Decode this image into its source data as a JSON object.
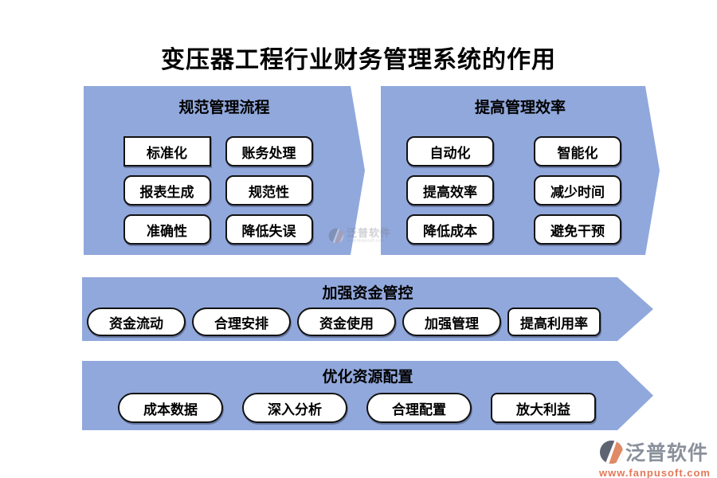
{
  "title": "变压器工程行业财务管理系统的作用",
  "colors": {
    "panel_blue": "#91a8dc",
    "box_background": "#ffffff",
    "box_border": "#121212",
    "text": "#000000",
    "logo_gray": "#8a909b",
    "logo_dark": "#5d6370",
    "logo_coral": "#e08a66",
    "logo_url_color": "#e2795a"
  },
  "panels": [
    {
      "header": "规范管理流程",
      "items": [
        "标准化",
        "账务处理",
        "报表生成",
        "规范性",
        "准确性",
        "降低失误"
      ]
    },
    {
      "header": "提高管理效率",
      "items": [
        "自动化",
        "智能化",
        "提高效率",
        "减少时间",
        "降低成本",
        "避免干预"
      ]
    }
  ],
  "bands": [
    {
      "header": "加强资金管控",
      "items": [
        "资金流动",
        "合理安排",
        "资金使用",
        "加强管理",
        "提高利用率"
      ]
    },
    {
      "header": "优化资源配置",
      "items": [
        "成本数据",
        "深入分析",
        "合理配置",
        "放大利益"
      ]
    }
  ],
  "watermark": {
    "name": "泛普软件",
    "subtext": "www.fanpusoft.com"
  },
  "footer_logo": {
    "name": "泛普软件",
    "url": "www.fanpusoft.com"
  }
}
